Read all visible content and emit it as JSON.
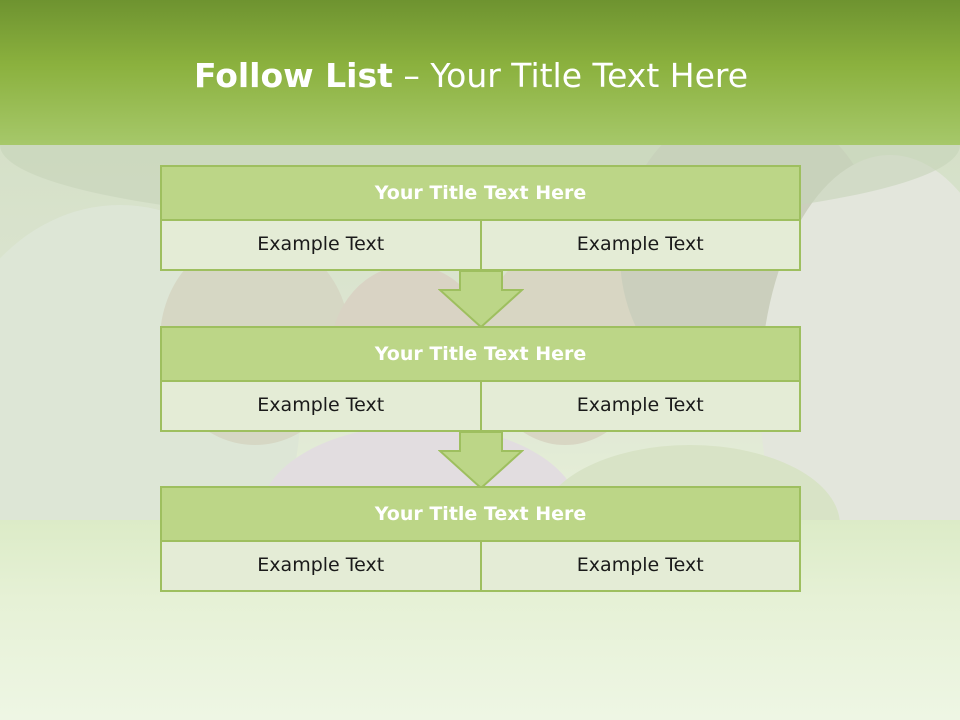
{
  "slide": {
    "title_bold": "Follow List",
    "title_rest": " – Your Title Text Here"
  },
  "steps": [
    {
      "title": "Your Title Text Here",
      "left": "Example Text",
      "right": "Example Text"
    },
    {
      "title": "Your Title Text Here",
      "left": "Example Text",
      "right": "Example Text"
    },
    {
      "title": "Your Title Text Here",
      "left": "Example Text",
      "right": "Example Text"
    }
  ],
  "colors": {
    "header": "#8bb13e",
    "block_title_fill": "#bcd687",
    "block_border": "#9ebf5f",
    "cell_fill": "#e4ecd6"
  }
}
